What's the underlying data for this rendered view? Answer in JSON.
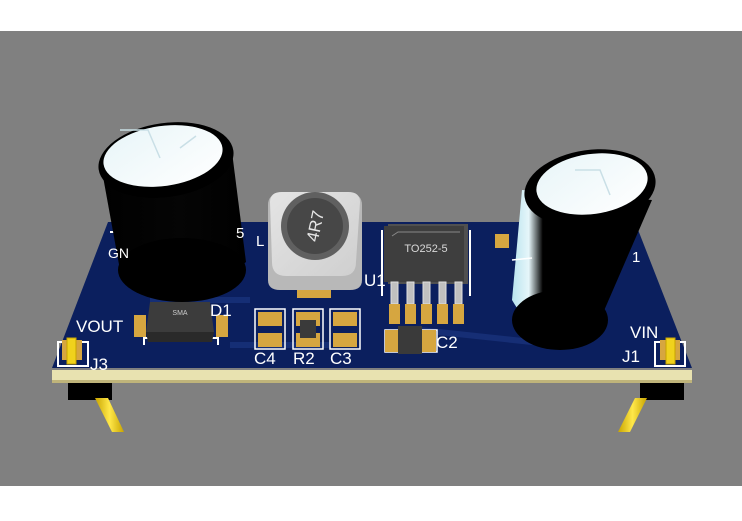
{
  "colors": {
    "background": "#fefefe",
    "viewport": "#808080",
    "board": "#0b1f5e",
    "silkscreen": "#ffffff",
    "pad": "#d6a640",
    "pin": "#f0d21c"
  },
  "labels": {
    "vout": "VOUT",
    "vin": "VIN",
    "j1": "J1",
    "j3": "J3",
    "c4": "C4",
    "r2": "R2",
    "c3": "C3",
    "c2": "C2",
    "d1": "D1",
    "u1": "U1",
    "gnd": "GN",
    "l1": "L",
    "c5": "5",
    "c1": "1",
    "inductor_marking": "4R7",
    "package_marking": "TO252-5",
    "diode_marking": "SMA"
  },
  "icons": [
    "pcb-board",
    "electrolytic-capacitor",
    "inductor",
    "regulator-ic",
    "diode",
    "header-pin"
  ]
}
